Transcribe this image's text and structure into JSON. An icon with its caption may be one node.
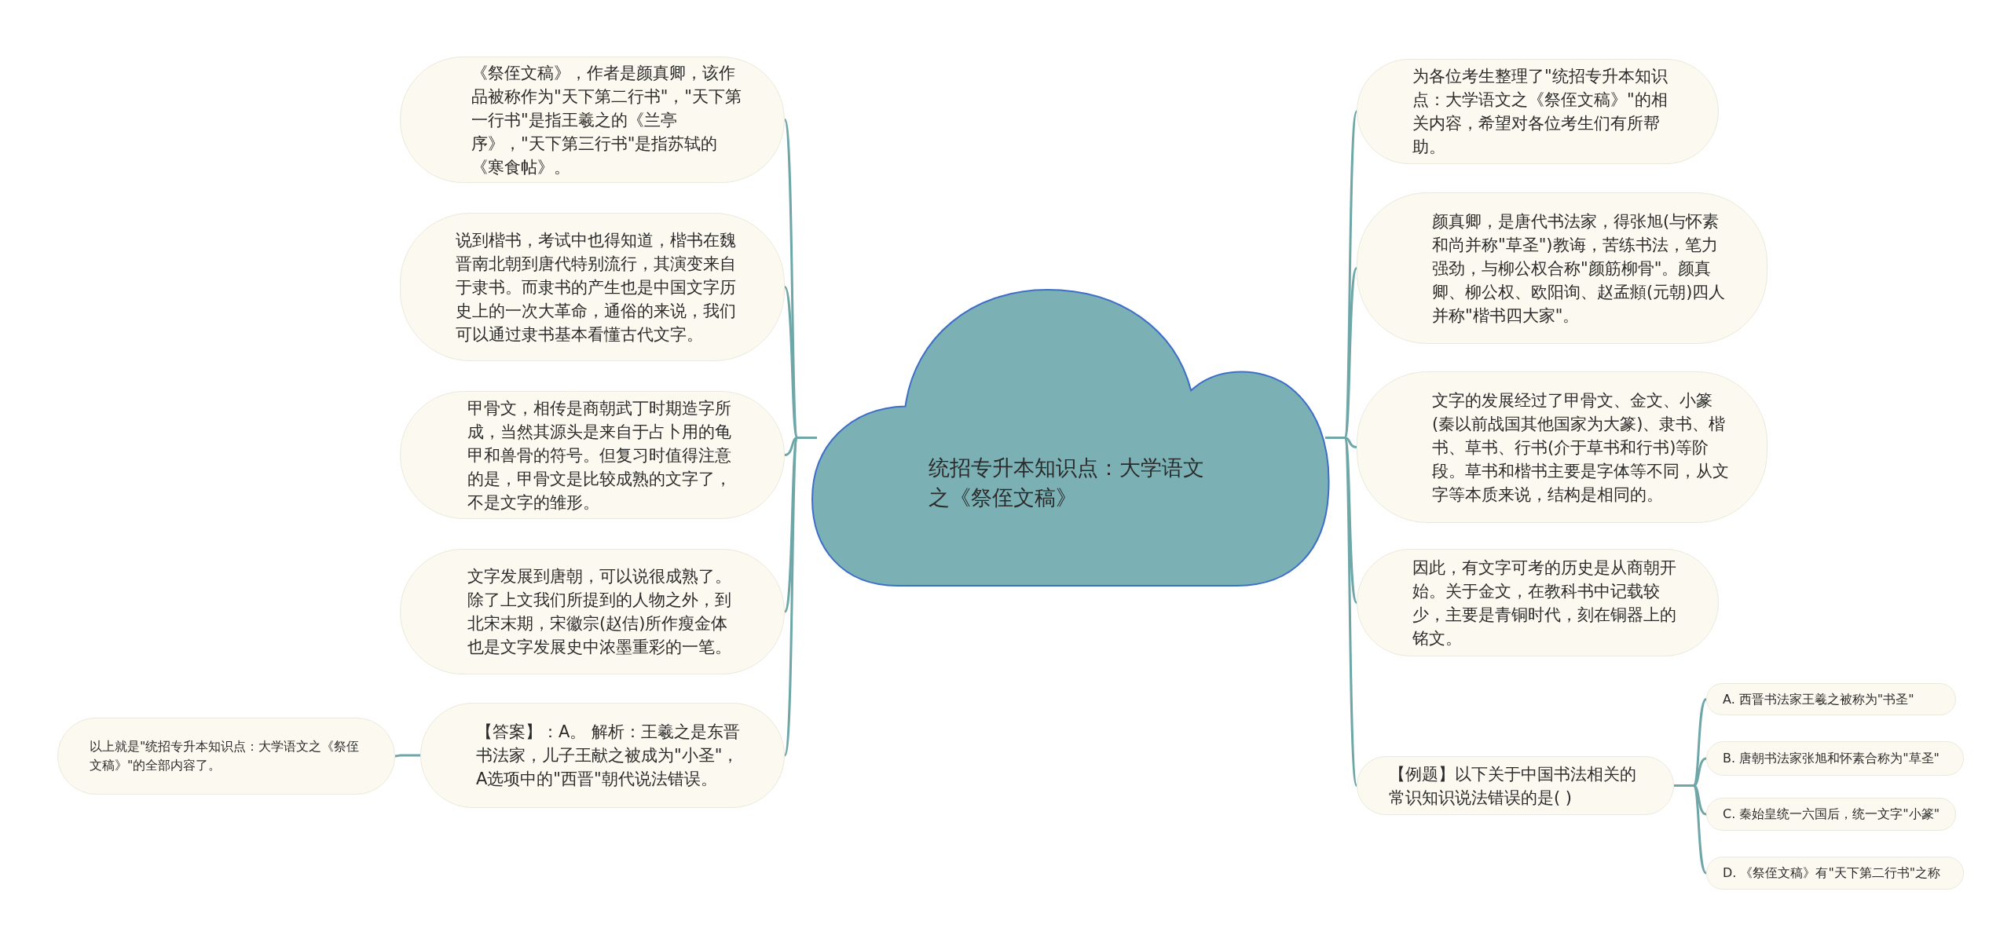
{
  "diagram": {
    "nodes": [
      {
        "text": [
          "统招专升本知识点：大学语文之《祭侄文稿》"
        ]
      },
      {
        "text": [
          "《祭侄文稿》，作者是颜真卿，该作品被称作为\"天下第二行书\"，\"天下第一行书\"是指王羲之的《兰亭序》，\"天下第三行书\"是指苏轼的《寒食帖》。"
        ]
      },
      {
        "text": [
          "说到楷书，考试中也得知道，楷书在魏晋南北朝到唐代特别流行，其演变来自于隶书。而隶书的产生也是中国文字历史上的一次大革命，通俗的来说，我们可以通过隶书基本看懂古代文字。"
        ]
      },
      {
        "text": [
          "甲骨文，相传是商朝武丁时期造字所成，当然其源头是来自于占卜用的龟甲和兽骨的符号。但复习时值得注意的是，甲骨文是比较成熟的文字了，不是文字的雏形。"
        ]
      },
      {
        "text": [
          "文字发展到唐朝，可以说很成熟了。除了上文我们所提到的人物之外，到北宋末期，宋徽宗(赵佶)所作瘦金体也是文字发展史中浓墨重彩的一笔。"
        ]
      },
      {
        "text": [
          "【答案】：A。 解析：王羲之是东晋书法家，儿子王献之被成为\"小圣\"，A选项中的\"西晋\"朝代说法错误。"
        ]
      },
      {
        "text": [
          "以上就是\"统招专升本知识点：大学语文之《祭侄文稿》\"的全部内容了。"
        ]
      },
      {
        "text": [
          "为各位考生整理了\"统招专升本知识点：大学语文之《祭侄文稿》\"的相关内容，希望对各位考生们有所帮助。"
        ]
      },
      {
        "text": [
          "颜真卿，是唐代书法家，得张旭(与怀素和尚并称\"草圣\")教诲，苦练书法，笔力强劲，与柳公权合称\"颜筋柳骨\"。颜真卿、柳公权、欧阳询、赵孟頫(元朝)四人并称\"楷书四大家\"。"
        ]
      },
      {
        "text": [
          "文字的发展经过了甲骨文、金文、小篆(秦以前战国其他国家为大篆)、隶书、楷书、草书、行书(介于草书和行书)等阶段。草书和楷书主要是字体等不同，从文字等本质来说，结构是相同的。"
        ]
      },
      {
        "text": [
          "因此，有文字可考的历史是从商朝开始。关于金文，在教科书中记载较少，主要是青铜时代，刻在铜器上的铭文。"
        ]
      },
      {
        "text": [
          "【例题】以下关于中国书法相关的常识知识说法错误的是( )"
        ]
      },
      {
        "text": [
          "A. 西晋书法家王羲之被称为\"书圣\""
        ]
      },
      {
        "text": [
          "B. 唐朝书法家张旭和怀素合称为\"草圣\""
        ]
      },
      {
        "text": [
          "C. 秦始皇统一六国后，统一文字\"小篆\""
        ]
      },
      {
        "text": [
          "D. 《祭侄文稿》有\"天下第二行书\"之称"
        ]
      }
    ],
    "edges": [
      {
        "from": 0,
        "to": 1,
        "arrow": "none"
      },
      {
        "from": 0,
        "to": 2,
        "arrow": "none"
      },
      {
        "from": 0,
        "to": 3,
        "arrow": "none"
      },
      {
        "from": 0,
        "to": 4,
        "arrow": "none"
      },
      {
        "from": 0,
        "to": 5,
        "arrow": "none"
      },
      {
        "from": 5,
        "to": 6,
        "arrow": "none"
      },
      {
        "from": 0,
        "to": 7,
        "arrow": "none"
      },
      {
        "from": 0,
        "to": 8,
        "arrow": "none"
      },
      {
        "from": 0,
        "to": 9,
        "arrow": "none"
      },
      {
        "from": 0,
        "to": 10,
        "arrow": "none"
      },
      {
        "from": 0,
        "to": 11,
        "arrow": "none"
      },
      {
        "from": 11,
        "to": 12,
        "arrow": "none"
      },
      {
        "from": 11,
        "to": 13,
        "arrow": "none"
      },
      {
        "from": 11,
        "to": 14,
        "arrow": "none"
      },
      {
        "from": 11,
        "to": 15,
        "arrow": "none"
      }
    ]
  }
}
